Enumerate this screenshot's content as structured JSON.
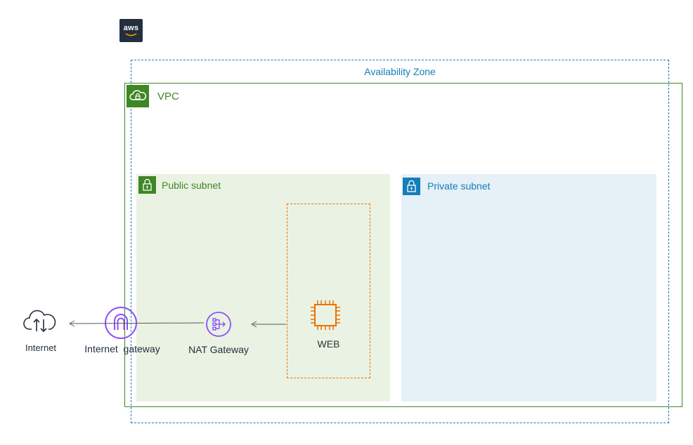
{
  "logo": {
    "text": "aws"
  },
  "availability_zone": {
    "label": "Availability Zone"
  },
  "vpc": {
    "label": "VPC"
  },
  "public_subnet": {
    "label": "Public subnet"
  },
  "private_subnet": {
    "label": "Private subnet"
  },
  "nodes": {
    "web": "WEB",
    "nat_gateway": "NAT Gateway",
    "internet_gateway": "Internet  gateway",
    "internet": "Internet"
  },
  "colors": {
    "aws_dark": "#232f3e",
    "az_blue": "#147eba",
    "vpc_green": "#3f8624",
    "public_bg": "#e9f2e3",
    "private_bg": "#e6f0f7",
    "compute_orange": "#ed7100",
    "network_purple": "#8c4fff"
  },
  "icons": {
    "logo": "aws-logo-icon",
    "vpc": "cloud-lock-icon",
    "public_subnet": "lock-icon",
    "private_subnet": "lock-icon",
    "web": "ec2-instance-icon",
    "nat": "nat-gateway-icon",
    "igw": "internet-gateway-icon",
    "internet": "cloud-upload-download-icon"
  }
}
